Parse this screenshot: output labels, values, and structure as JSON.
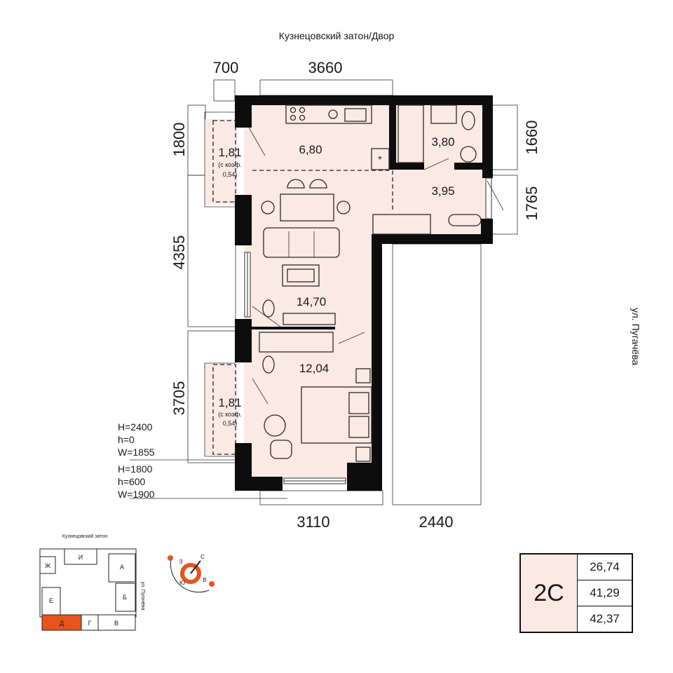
{
  "header": {
    "top_label": "Кузнецовский затон/Двор",
    "right_label": "ул. Пугачёва"
  },
  "dimensions": {
    "top": [
      "700",
      "3660"
    ],
    "bottom": [
      "3110",
      "2440"
    ],
    "left": [
      "1800",
      "4355",
      "3705"
    ],
    "right": [
      "1660",
      "1765"
    ]
  },
  "rooms": [
    {
      "name": "kitchen",
      "area": "6,80"
    },
    {
      "name": "bathroom",
      "area": "3,80"
    },
    {
      "name": "hall",
      "area": "3,95"
    },
    {
      "name": "living",
      "area": "14,70"
    },
    {
      "name": "bedroom",
      "area": "12,04"
    }
  ],
  "balconies": [
    {
      "area": "1,81",
      "coef_line1": "(с коэф.",
      "coef_line2": "0,54)"
    },
    {
      "area": "1,81",
      "coef_line1": "(с коэф.",
      "coef_line2": "0,54)"
    }
  ],
  "windows": {
    "upper": [
      "H=2400",
      "h=0",
      "W=1855"
    ],
    "lower": [
      "H=1800",
      "h=600",
      "W=1900"
    ]
  },
  "key_plan": {
    "title": "Кузнецовский затон",
    "street": "ул. Пугачёва",
    "sections": [
      "Ж",
      "И",
      "А",
      "Е",
      "Б",
      "Д",
      "Г",
      "В"
    ],
    "highlighted": "Д",
    "highlight_color": "#e8541e"
  },
  "compass": {
    "labels": [
      "З",
      "С",
      "Ю",
      "В"
    ],
    "accent_color": "#e8541e"
  },
  "legend": {
    "type": "2С",
    "values": [
      "26,74",
      "41,29",
      "42,37"
    ]
  },
  "colors": {
    "room_fill": "#fbe9e3",
    "wall": "#0d0d0d"
  }
}
